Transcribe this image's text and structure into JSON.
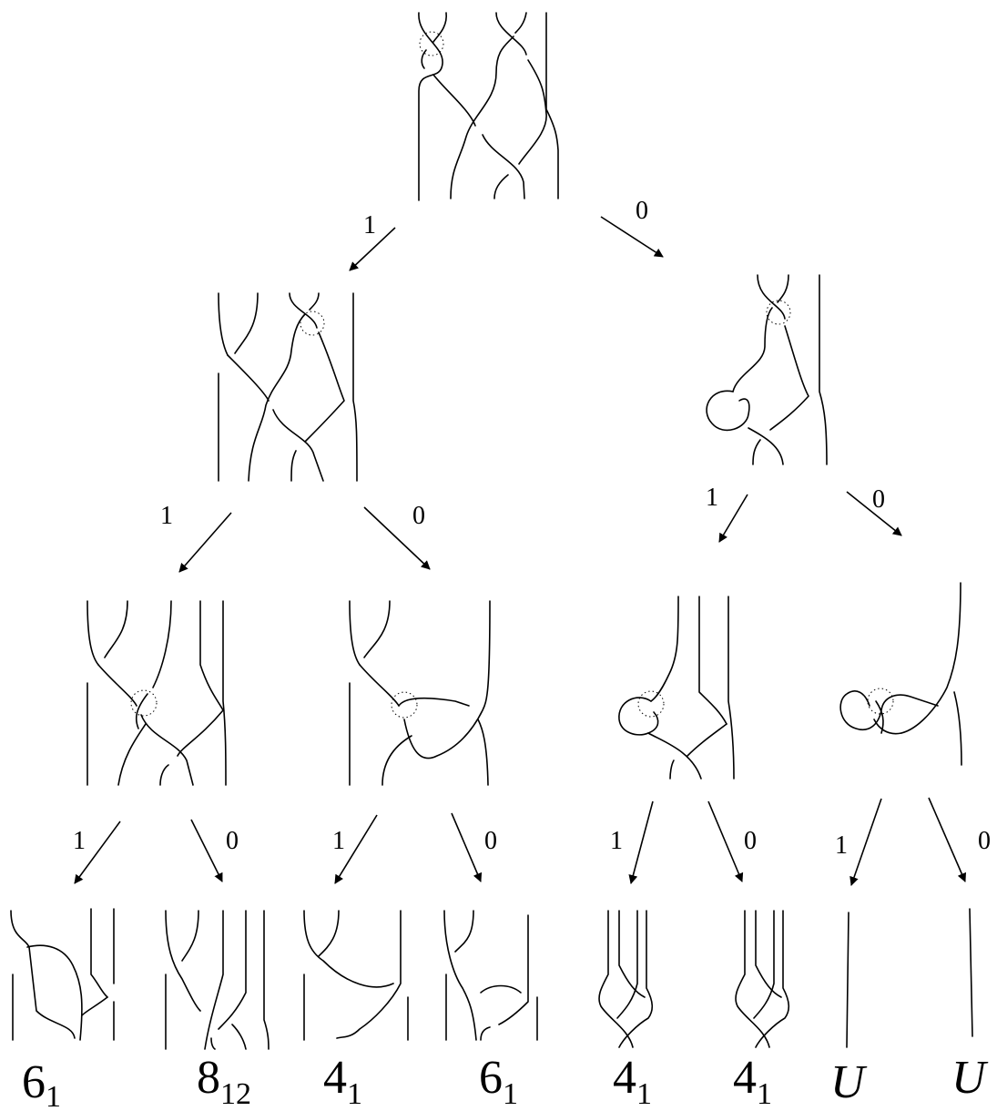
{
  "edges": [
    {
      "id": "root-1",
      "label": "1"
    },
    {
      "id": "root-0",
      "label": "0"
    },
    {
      "id": "a-1",
      "label": "1"
    },
    {
      "id": "a-0",
      "label": "0"
    },
    {
      "id": "b-1",
      "label": "1"
    },
    {
      "id": "b-0",
      "label": "0"
    },
    {
      "id": "c-1",
      "label": "1"
    },
    {
      "id": "c-0",
      "label": "0"
    },
    {
      "id": "d-1",
      "label": "1"
    },
    {
      "id": "d-0",
      "label": "0"
    },
    {
      "id": "e-1",
      "label": "1"
    },
    {
      "id": "e-0",
      "label": "0"
    },
    {
      "id": "f-1",
      "label": "1"
    },
    {
      "id": "f-0",
      "label": "0"
    }
  ],
  "leaves": [
    {
      "base": "6",
      "sub": "1",
      "italic": false
    },
    {
      "base": "8",
      "sub": "12",
      "italic": false
    },
    {
      "base": "4",
      "sub": "1",
      "italic": false
    },
    {
      "base": "6",
      "sub": "1",
      "italic": false
    },
    {
      "base": "4",
      "sub": "1",
      "italic": false
    },
    {
      "base": "4",
      "sub": "1",
      "italic": false
    },
    {
      "base": "U",
      "sub": "",
      "italic": true
    },
    {
      "base": "U",
      "sub": "",
      "italic": true
    }
  ]
}
